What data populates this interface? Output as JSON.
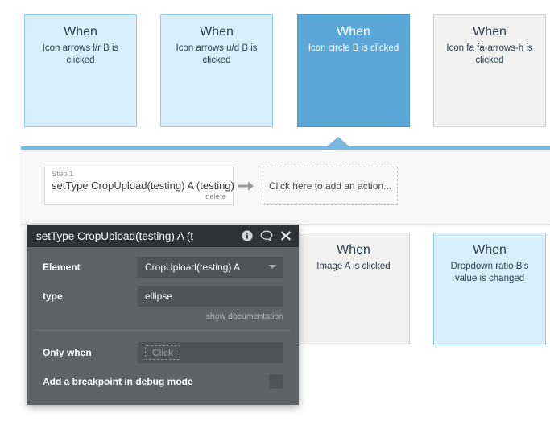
{
  "workflow": {
    "top_bar_color": "#79b8e0",
    "step": {
      "step_label": "Step 1",
      "title": "setType CropUpload(testing) A (testing)",
      "delete_label": "delete"
    },
    "arrow_icon": "arrow-right-icon",
    "add_action_text": "Click here to add an action..."
  },
  "events_top": [
    {
      "when": "When",
      "description": "Icon arrows l/r B is clicked",
      "state": "normal"
    },
    {
      "when": "When",
      "description": "Icon arrows u/d B is clicked",
      "state": "normal"
    },
    {
      "when": "When",
      "description": "Icon circle B is clicked",
      "state": "selected"
    },
    {
      "when": "When",
      "description": "Icon fa fa-arrows-h is clicked",
      "state": "neutral"
    }
  ],
  "events_bottom": [
    {
      "when": "When",
      "description": "Image A is clicked",
      "state": "neutral"
    },
    {
      "when": "When",
      "description": "Dropdown ratio B's value is changed",
      "state": "normal"
    }
  ],
  "property_editor": {
    "title": "setType CropUpload(testing) A (t",
    "icons": {
      "info": "info-icon",
      "comment": "comment-icon",
      "close": "close-icon"
    },
    "element_label": "Element",
    "element_value": "CropUpload(testing) A",
    "type_label": "type",
    "type_value": "ellipse",
    "documentation_link": "show documentation",
    "only_when_label": "Only when",
    "only_when_placeholder": "Click",
    "breakpoint_label": "Add a breakpoint in debug mode",
    "breakpoint_checked": false
  },
  "colors": {
    "accent_blue": "#5ba8d8",
    "card_blue": "#d9eefb",
    "card_border_blue": "#8ecdee",
    "panel_dark": "#2f3336",
    "panel_body": "#5e6366"
  }
}
